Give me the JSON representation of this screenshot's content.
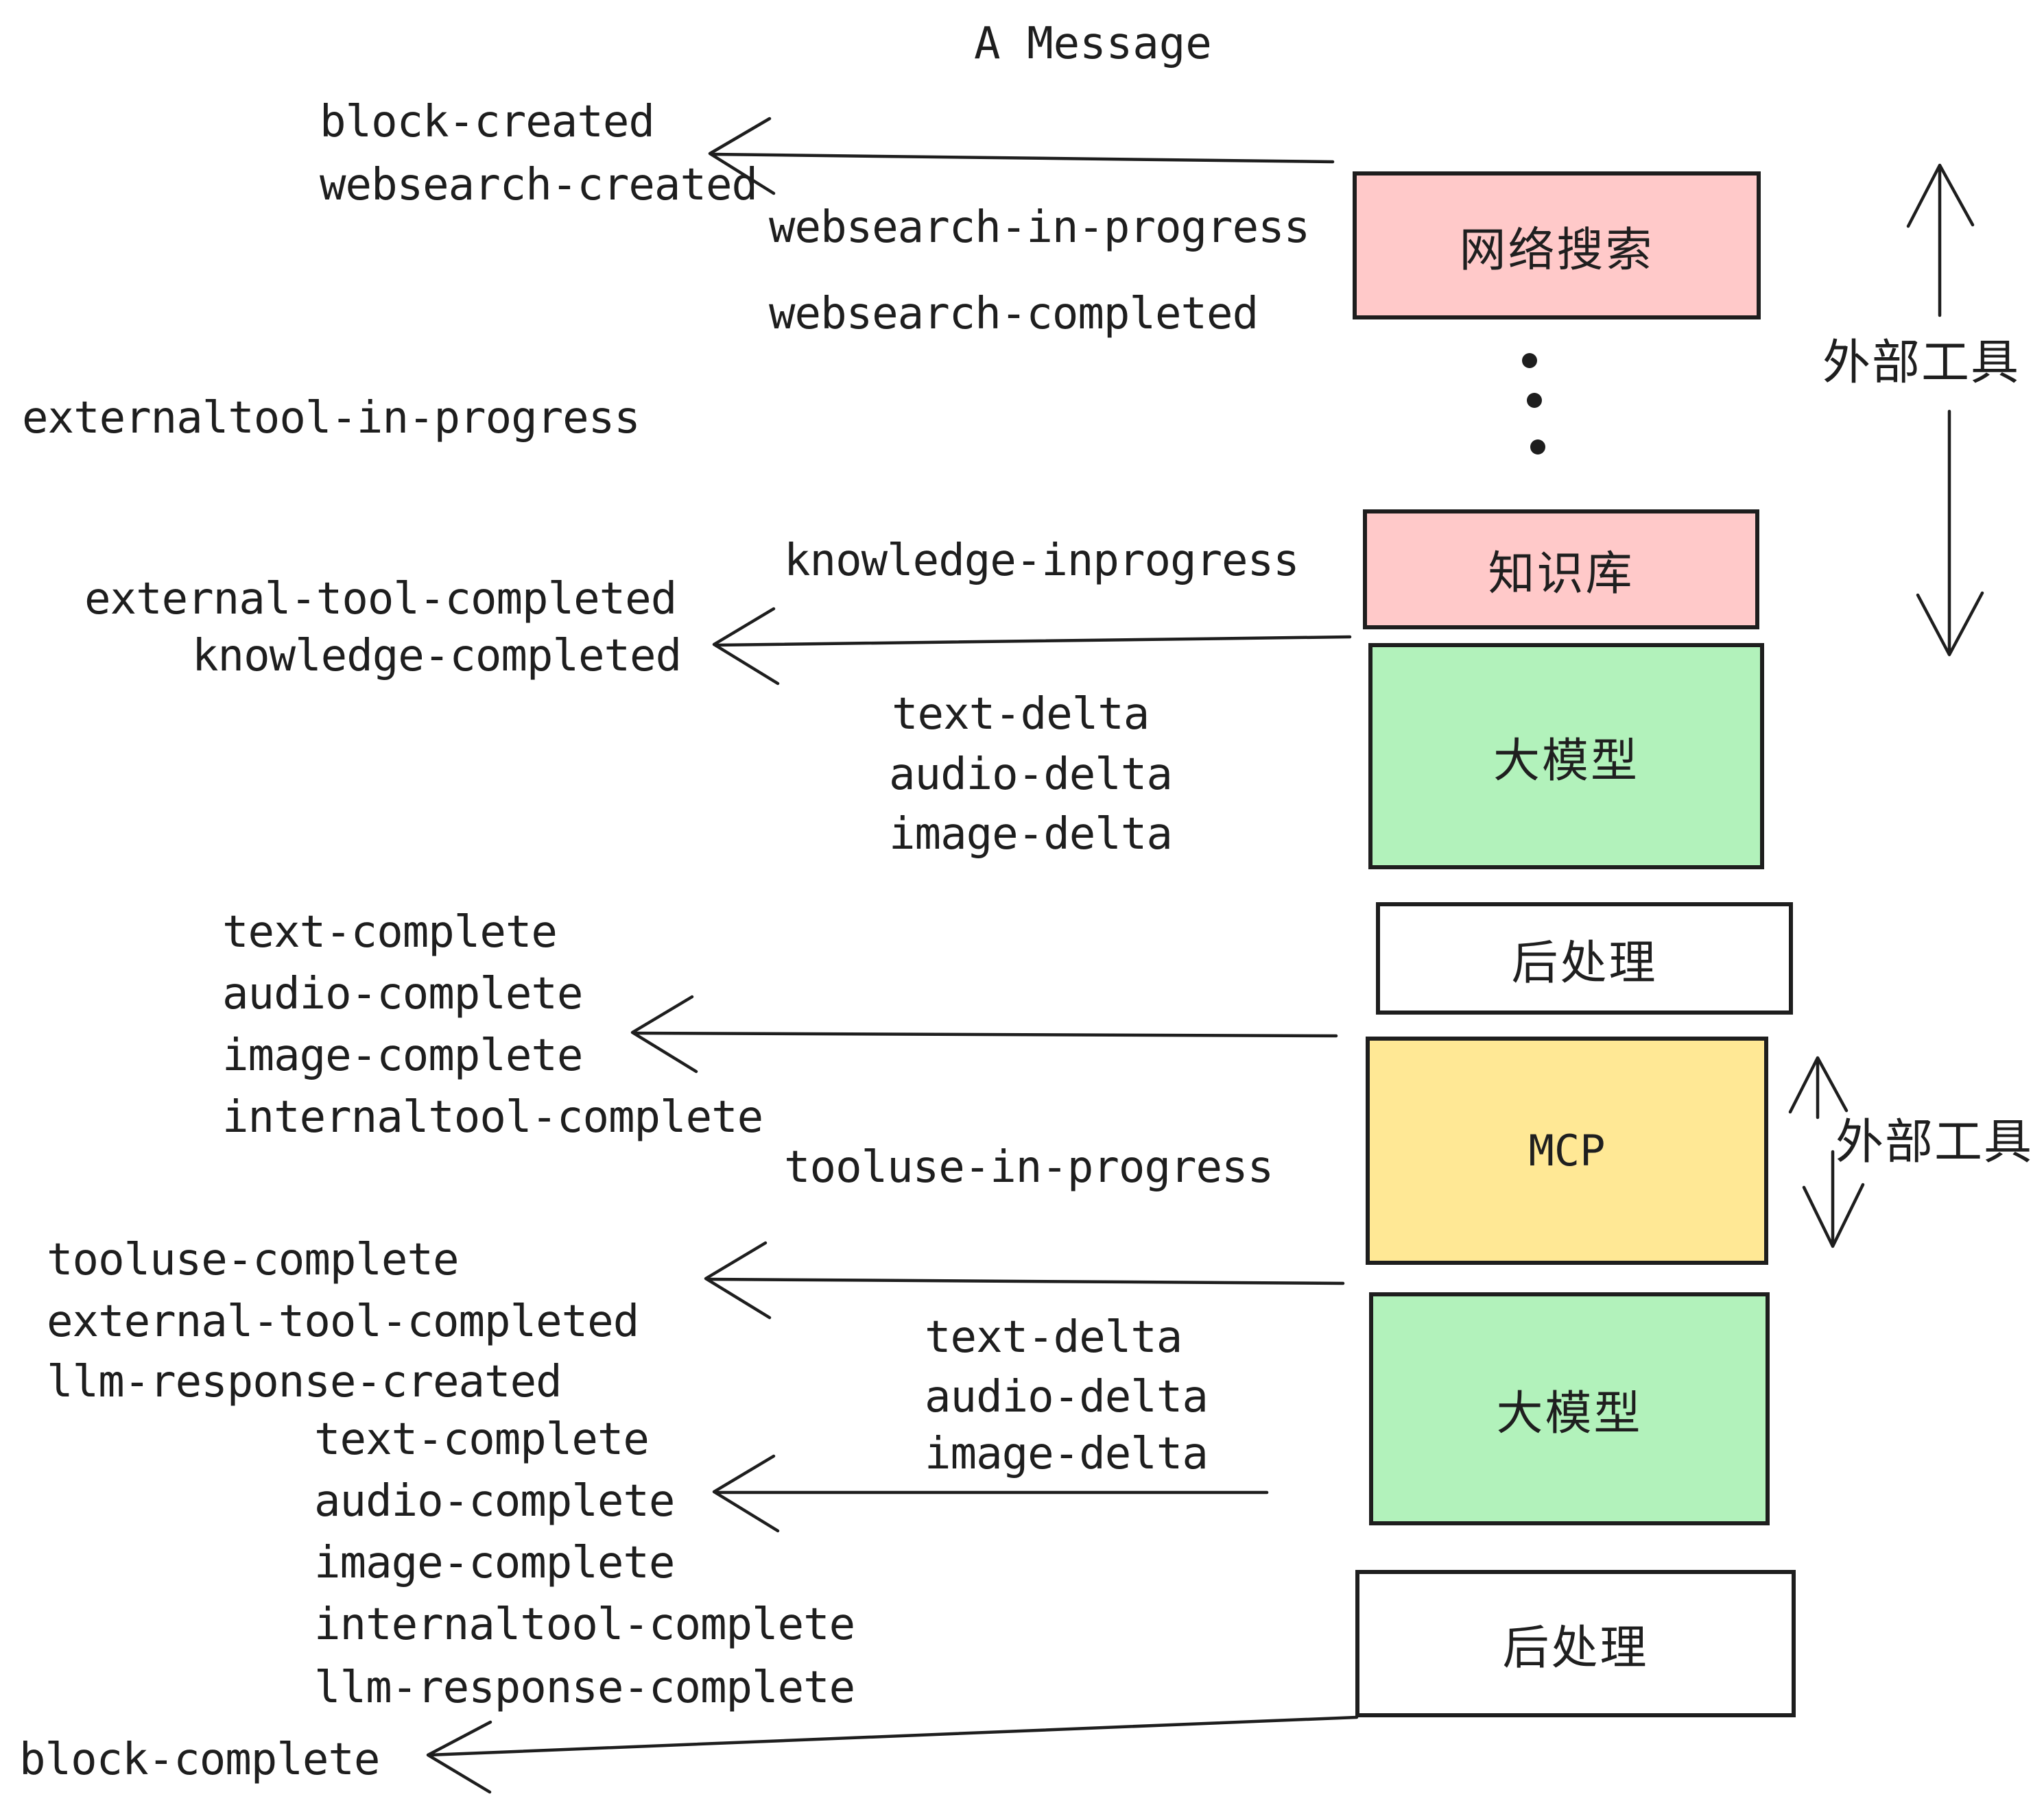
{
  "title": "A Message",
  "colors": {
    "pink": "#ffc9c9",
    "green": "#b2f2bb",
    "yellow": "#ffe895",
    "white": "#ffffff",
    "ink": "#1e1e1e"
  },
  "boxes": [
    {
      "id": "websearch",
      "label": "网络搜索",
      "fill": "pink"
    },
    {
      "id": "knowledge",
      "label": "知识库",
      "fill": "pink"
    },
    {
      "id": "llm-1",
      "label": "大模型",
      "fill": "green"
    },
    {
      "id": "postprocess-1",
      "label": "后处理",
      "fill": "white"
    },
    {
      "id": "mcp",
      "label": "MCP",
      "fill": "yellow"
    },
    {
      "id": "llm-2",
      "label": "大模型",
      "fill": "green"
    },
    {
      "id": "postprocess-2",
      "label": "后处理",
      "fill": "white"
    }
  ],
  "side_labels": {
    "external_tools_top": "外部工具",
    "external_tools_mcp": "外部工具"
  },
  "events": {
    "block_created": "block-created",
    "websearch_created": "websearch-created",
    "websearch_in_progress": "websearch-in-progress",
    "websearch_completed": "websearch-completed",
    "externaltool_in_progress": "externaltool-in-progress",
    "knowledge_inprogress": "knowledge-inprogress",
    "external_tool_completed_1": "external-tool-completed",
    "knowledge_completed": "knowledge-completed",
    "text_delta_1": "text-delta",
    "audio_delta_1": "audio-delta",
    "image_delta_1": "image-delta",
    "text_complete_1": "text-complete",
    "audio_complete_1": "audio-complete",
    "image_complete_1": "image-complete",
    "internaltool_complete_1": "internaltool-complete",
    "tooluse_in_progress": "tooluse-in-progress",
    "tooluse_complete": "tooluse-complete",
    "external_tool_completed_2": "external-tool-completed",
    "llm_response_created": "llm-response-created",
    "text_delta_2": "text-delta",
    "audio_delta_2": "audio-delta",
    "image_delta_2": "image-delta",
    "text_complete_2": "text-complete",
    "audio_complete_2": "audio-complete",
    "image_complete_2": "image-complete",
    "internaltool_complete_2": "internaltool-complete",
    "llm_response_complete": "llm-response-complete",
    "block_complete": "block-complete"
  }
}
